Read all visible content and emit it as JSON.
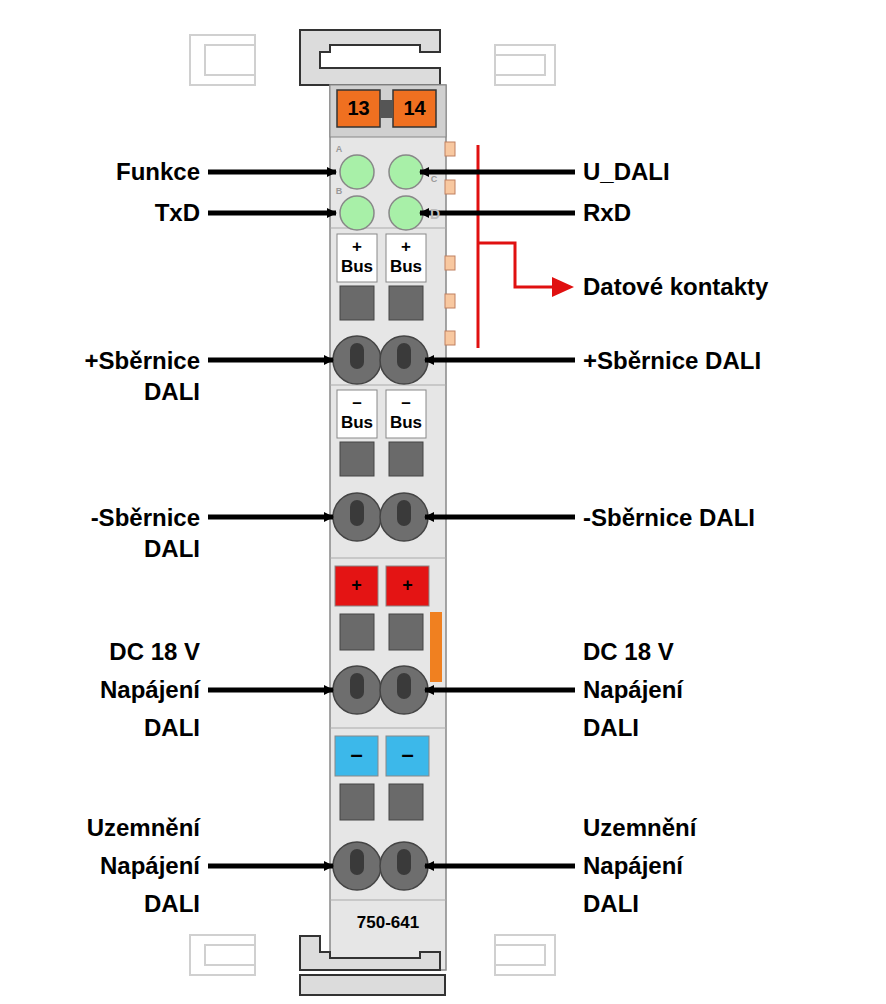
{
  "diagram": {
    "labels": [
      "13",
      "14",
      "A",
      "B",
      "C",
      "D",
      "Funkce",
      "TxD",
      "U_DALI",
      "RxD",
      "Datové kontakty",
      "+ Bus",
      "+ Bus",
      "+Sběrnice DALI",
      "+Sběrnice DALI",
      "– Bus",
      "– Bus",
      "-Sběrnice DALI",
      "-Sběrnice DALI",
      "+",
      "+",
      "DC 18 V Napájení DALI",
      "DC 18 V Napájení DALI",
      "–",
      "–",
      "Uzemnění Napájení DALI",
      "Uzemnění Napájení DALI",
      "750-641"
    ]
  }
}
